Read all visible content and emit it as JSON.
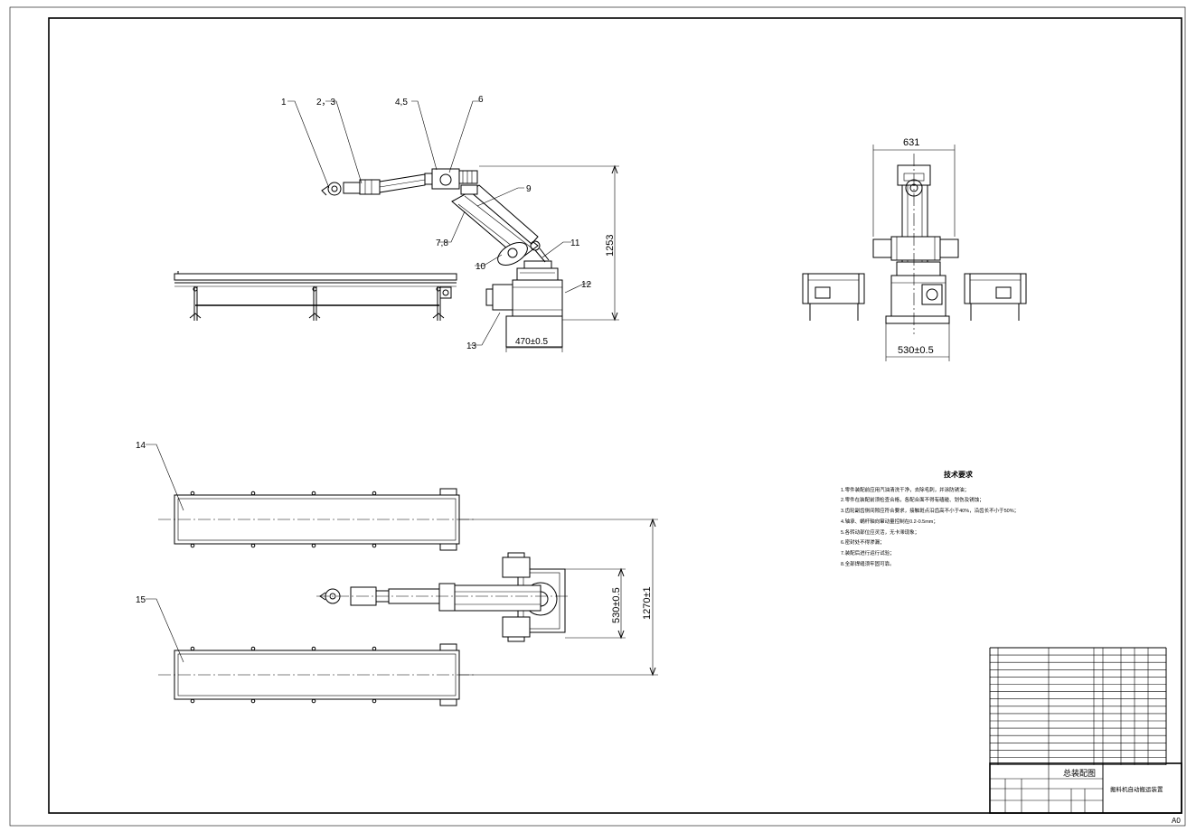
{
  "labels": {
    "l1": "1",
    "l23": "2，3",
    "l45": "4,5",
    "l6": "6",
    "l9": "9",
    "l78": "7,8",
    "l10": "10",
    "l11": "11",
    "l12": "12",
    "l13": "13",
    "l14": "14",
    "l15": "15"
  },
  "dims": {
    "d1253": "1253",
    "d470": "470±0.5",
    "d631": "631",
    "d530top": "530±0.5",
    "d530plan": "530±0.5",
    "d1270": "1270±1"
  },
  "notes": {
    "title": "技术要求",
    "items": [
      "1.零件装配前应用汽油清洗干净，去除毛刺，并涂防锈油；",
      "2.零件在装配前须检查合格，各配合面不得有磕碰、划伤及锈蚀；",
      "3.齿轮副齿侧间隙应符合要求，接触斑点沿齿高不小于40%，沿齿长不小于50%；",
      "4.轴承、蜗杆轴向窜动量控制在0.2-0.5mm；",
      "5.各转动部位应灵活，无卡滞现象；",
      "6.密封处不得渗漏；",
      "7.装配后进行运行试验；",
      "8.全部焊缝须牢固可靠。"
    ]
  },
  "title_block": {
    "drawing_name": "总装配图",
    "project_name": "搬料机自动搬运装置",
    "sheet_size": "A0"
  }
}
